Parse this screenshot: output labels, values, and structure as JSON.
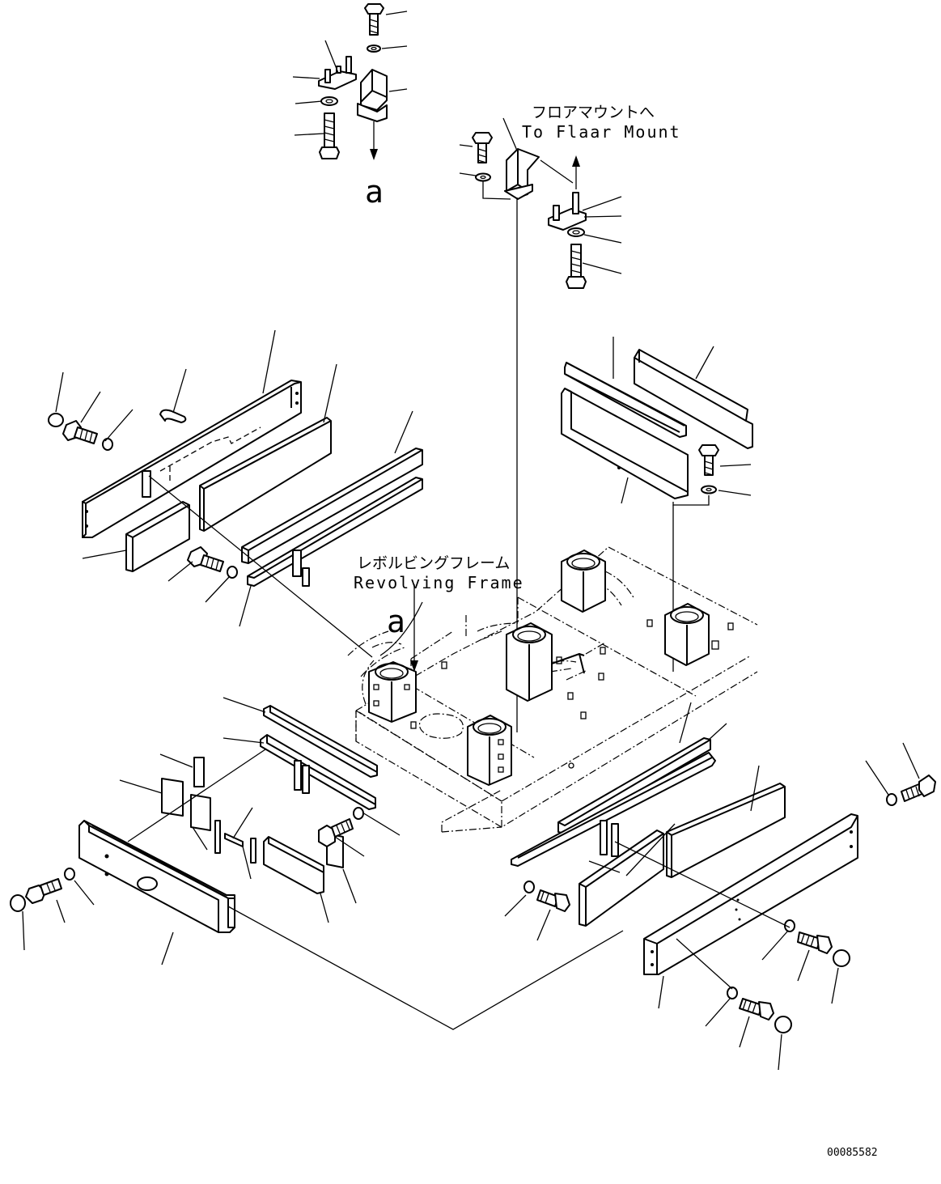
{
  "labels": {
    "floor_mount_jp": "フロアマウントへ",
    "floor_mount_en": "To Flaar Mount",
    "frame_jp": "レボルビングフレーム",
    "frame_en": "Revolving Frame",
    "ref_a_top": "a",
    "ref_a_mid": "a",
    "drawing_number": "00085582"
  }
}
